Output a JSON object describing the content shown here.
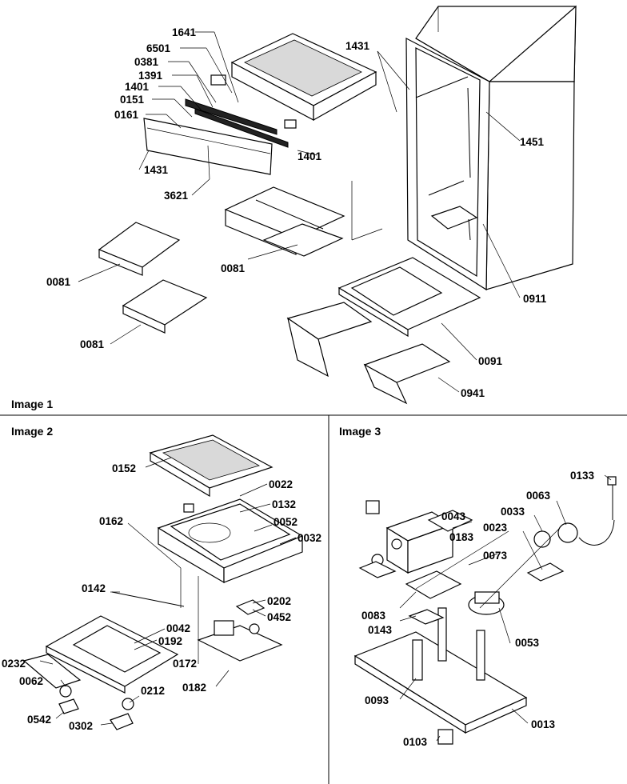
{
  "sections": {
    "image1": "Image 1",
    "image2": "Image 2",
    "image3": "Image 3"
  },
  "callouts": {
    "i1": {
      "c1641": "1641",
      "c6501": "6501",
      "c0381": "0381",
      "c1391": "1391",
      "c1401a": "1401",
      "c0151": "0151",
      "c0161": "0161",
      "c1401b": "1401",
      "c1431a": "1431",
      "c1431b": "1431",
      "c1451": "1451",
      "c3621": "3621",
      "c0081a": "0081",
      "c0081b": "0081",
      "c0081c": "0081",
      "c0911": "0911",
      "c0091": "0091",
      "c0941": "0941"
    },
    "i2": {
      "c0152": "0152",
      "c0022": "0022",
      "c0132": "0132",
      "c0052": "0052",
      "c0032": "0032",
      "c0162": "0162",
      "c0142": "0142",
      "c0202": "0202",
      "c0452": "0452",
      "c0042": "0042",
      "c0192": "0192",
      "c0172": "0172",
      "c0232": "0232",
      "c0062": "0062",
      "c0182": "0182",
      "c0212": "0212",
      "c0542": "0542",
      "c0302": "0302"
    },
    "i3": {
      "c0133": "0133",
      "c0063": "0063",
      "c0043": "0043",
      "c0033": "0033",
      "c0023": "0023",
      "c0183": "0183",
      "c0073": "0073",
      "c0083": "0083",
      "c0143": "0143",
      "c0053": "0053",
      "c0093": "0093",
      "c0013": "0013",
      "c0103": "0103"
    }
  }
}
